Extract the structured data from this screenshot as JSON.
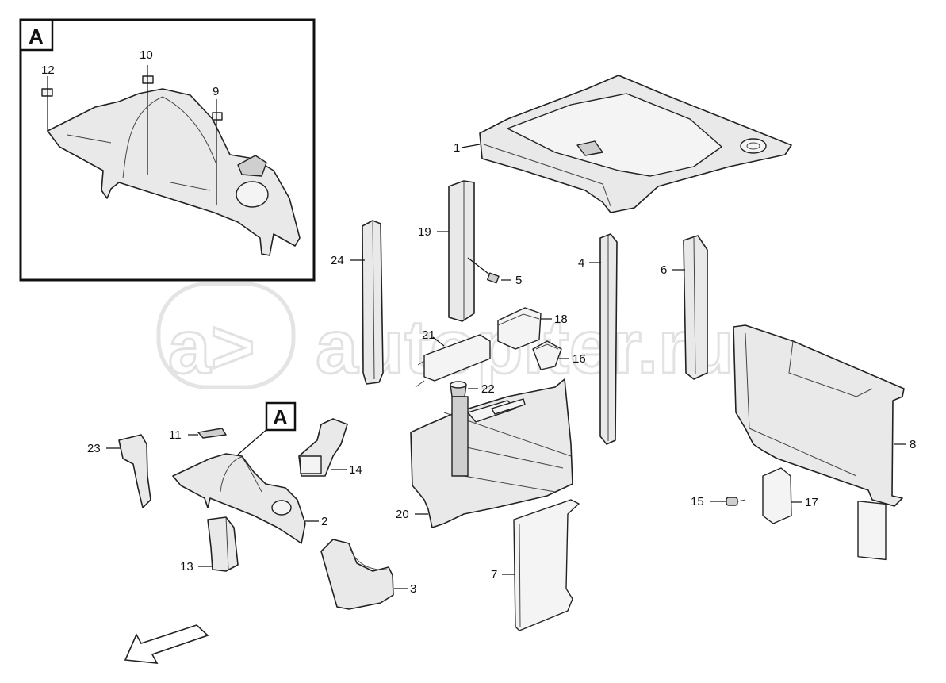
{
  "detail_view": {
    "letter": "A"
  },
  "zoom_marker": {
    "letter": "A"
  },
  "watermark": {
    "text": "autopiter.ru",
    "logo": "a>"
  },
  "callouts": {
    "c1": "1",
    "c2": "2",
    "c3": "3",
    "c4": "4",
    "c5": "5",
    "c6": "6",
    "c7": "7",
    "c8": "8",
    "c9": "9",
    "c10": "10",
    "c11": "11",
    "c12": "12",
    "c13": "13",
    "c14": "14",
    "c15": "15",
    "c16": "16",
    "c17": "17",
    "c18": "18",
    "c19": "19",
    "c20": "20",
    "c21": "21",
    "c22": "22",
    "c23": "23",
    "c24": "24"
  },
  "icons": {
    "direction": "front-direction-arrow-icon"
  }
}
